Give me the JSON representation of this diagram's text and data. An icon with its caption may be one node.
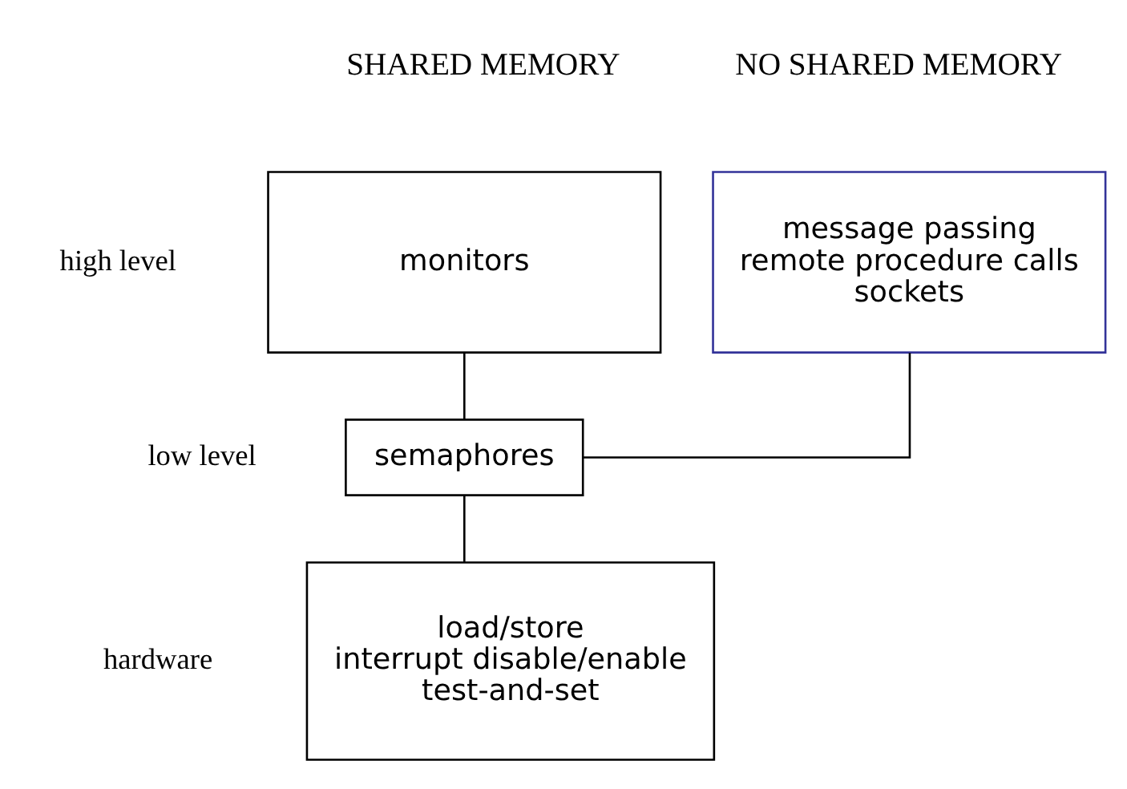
{
  "diagram": {
    "nodes": [
      {
        "text": [
          "monitors"
        ]
      },
      {
        "text": [
          "message passing",
          "remote procedure calls",
          "sockets"
        ]
      },
      {
        "text": [
          "semaphores"
        ]
      },
      {
        "text": [
          "load/store",
          "interrupt disable/enable",
          "test-and-set"
        ]
      }
    ],
    "edges": [
      {
        "from": 0,
        "to": 2,
        "arrow": "none"
      },
      {
        "from": 1,
        "to": 2,
        "arrow": "none"
      },
      {
        "from": 2,
        "to": 3,
        "arrow": "none"
      }
    ],
    "labels": [
      "SHARED MEMORY",
      "NO SHARED MEMORY",
      "high level",
      "low level",
      "hardware"
    ]
  }
}
